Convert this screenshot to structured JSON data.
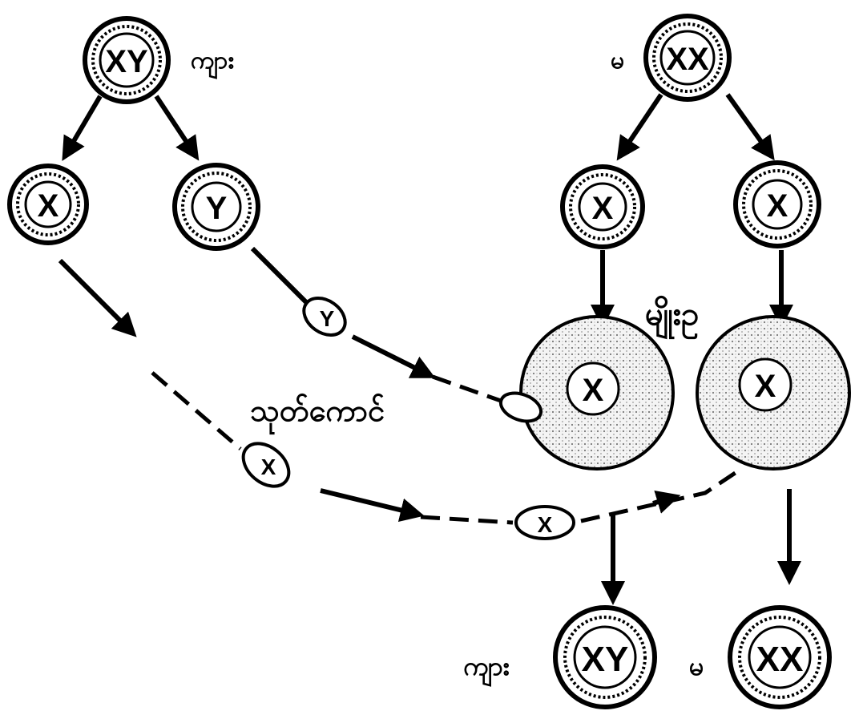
{
  "parents": {
    "father": {
      "genotype": "XY",
      "label": "ကျား"
    },
    "mother": {
      "genotype": "XX",
      "label": "မ"
    }
  },
  "gametes": {
    "male": [
      "X",
      "Y"
    ],
    "female": [
      "X",
      "X"
    ]
  },
  "labels": {
    "sperm": "သုတ်ကောင်",
    "egg": "မျိုးဥ"
  },
  "sperm_heads": [
    "Y",
    "X"
  ],
  "eggs": [
    "X",
    "X"
  ],
  "offspring": {
    "son": {
      "genotype": "XY",
      "label": "ကျား"
    },
    "daughter": {
      "genotype": "XX",
      "label": "မ"
    }
  }
}
